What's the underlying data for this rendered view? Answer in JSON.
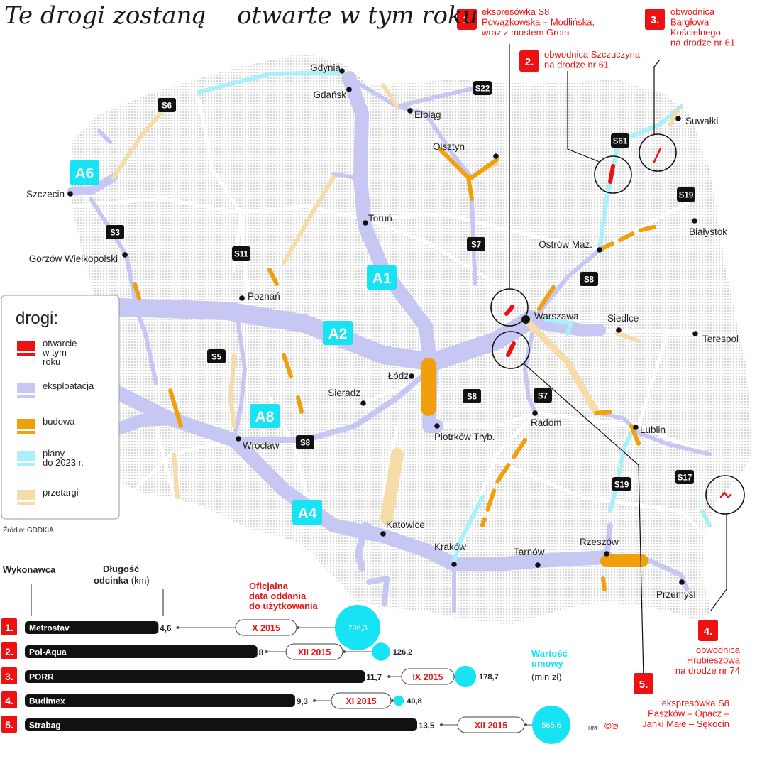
{
  "headline": "Te drogi zostaną    otwarte w tym roku",
  "source": "Źródło: GDDKiA",
  "signature": "RM",
  "colors": {
    "open": "#ee1111",
    "operating": "#c7c7f4",
    "construction": "#f0a00c",
    "planned": "#a8f0fa",
    "tender": "#f5dca8",
    "accent_cyan": "#16e4f4",
    "dots": "#c8c8c8"
  },
  "legend": {
    "title": "drogi:",
    "items": [
      {
        "label": "otwarcie\nw tym\nroku",
        "color": "#ee1111"
      },
      {
        "label": "eksploatacja",
        "color": "#c7c7f4"
      },
      {
        "label": "budowa",
        "color": "#f0a00c"
      },
      {
        "label": "plany\ndo 2023 r.",
        "color": "#a8f0fa"
      },
      {
        "label": "przetargi",
        "color": "#f5dca8"
      }
    ]
  },
  "cities": [
    "Gdynia",
    "Gdańsk",
    "Elbląg",
    "Olsztyn",
    "Suwałki",
    "Szczecin",
    "Toruń",
    "Białystok",
    "Gorzów Wielkopolski",
    "Ostrów Maz.",
    "Poznań",
    "Warszawa",
    "Siedlce",
    "Terespol",
    "Łódź",
    "Sieradz",
    "Radom",
    "Lublin",
    "Piotrków Tryb.",
    "Wrocław",
    "Katowice",
    "Kraków",
    "Tarnów",
    "Rzeszów",
    "Przemyśl"
  ],
  "road_labels_black": [
    "S6",
    "S22",
    "S61",
    "S19",
    "S3",
    "S11",
    "S7",
    "S8",
    "S5",
    "S8",
    "S7",
    "S8",
    "S19",
    "S17"
  ],
  "road_labels_cyan": [
    "A6",
    "A1",
    "A2",
    "A8",
    "A4"
  ],
  "callouts": [
    {
      "num": "1.",
      "text": "ekspresówka S8\nPowązkowska – Modlińska,\nwraz z mostem Grota"
    },
    {
      "num": "2.",
      "text": "obwodnica Szczuczyna\nna drodze nr 61"
    },
    {
      "num": "3.",
      "text": "obwodnica\nBargłowa\nKościelnego\nna drodze nr 61"
    },
    {
      "num": "4.",
      "text": "obwodnica\nHrubieszowa\nna drodze nr 74"
    },
    {
      "num": "5.",
      "text": "ekspresówka S8\nPaszków – Opacz –\nJanki Małe – Sękocin"
    }
  ],
  "table": {
    "col_contractor": "Wykonawca",
    "col_length": "Długość\nodcinka (km)",
    "col_date": "Oficjalna\ndata oddania\ndo użytkowania",
    "col_value": "Wartość\numowy",
    "col_value_unit": "(mln zł)",
    "rows": [
      {
        "num": "1.",
        "contractor": "Metrostav",
        "length_km": 4.6,
        "length_label": "4,6",
        "date": "X 2015",
        "value": 796.3,
        "value_label": "796,3"
      },
      {
        "num": "2.",
        "contractor": "Pol-Aqua",
        "length_km": 8,
        "length_label": "8",
        "date": "XII 2015",
        "value": 126.2,
        "value_label": "126,2"
      },
      {
        "num": "3.",
        "contractor": "PORR",
        "length_km": 11.7,
        "length_label": "11,7",
        "date": "IX 2015",
        "value": 178.7,
        "value_label": "178,7"
      },
      {
        "num": "4.",
        "contractor": "Budimex",
        "length_km": 9.3,
        "length_label": "9,3",
        "date": "XI 2015",
        "value": 40.8,
        "value_label": "40,8"
      },
      {
        "num": "5.",
        "contractor": "Strabag",
        "length_km": 13.5,
        "length_label": "13,5",
        "date": "XII 2015",
        "value": 565.6,
        "value_label": "565,6"
      }
    ]
  }
}
